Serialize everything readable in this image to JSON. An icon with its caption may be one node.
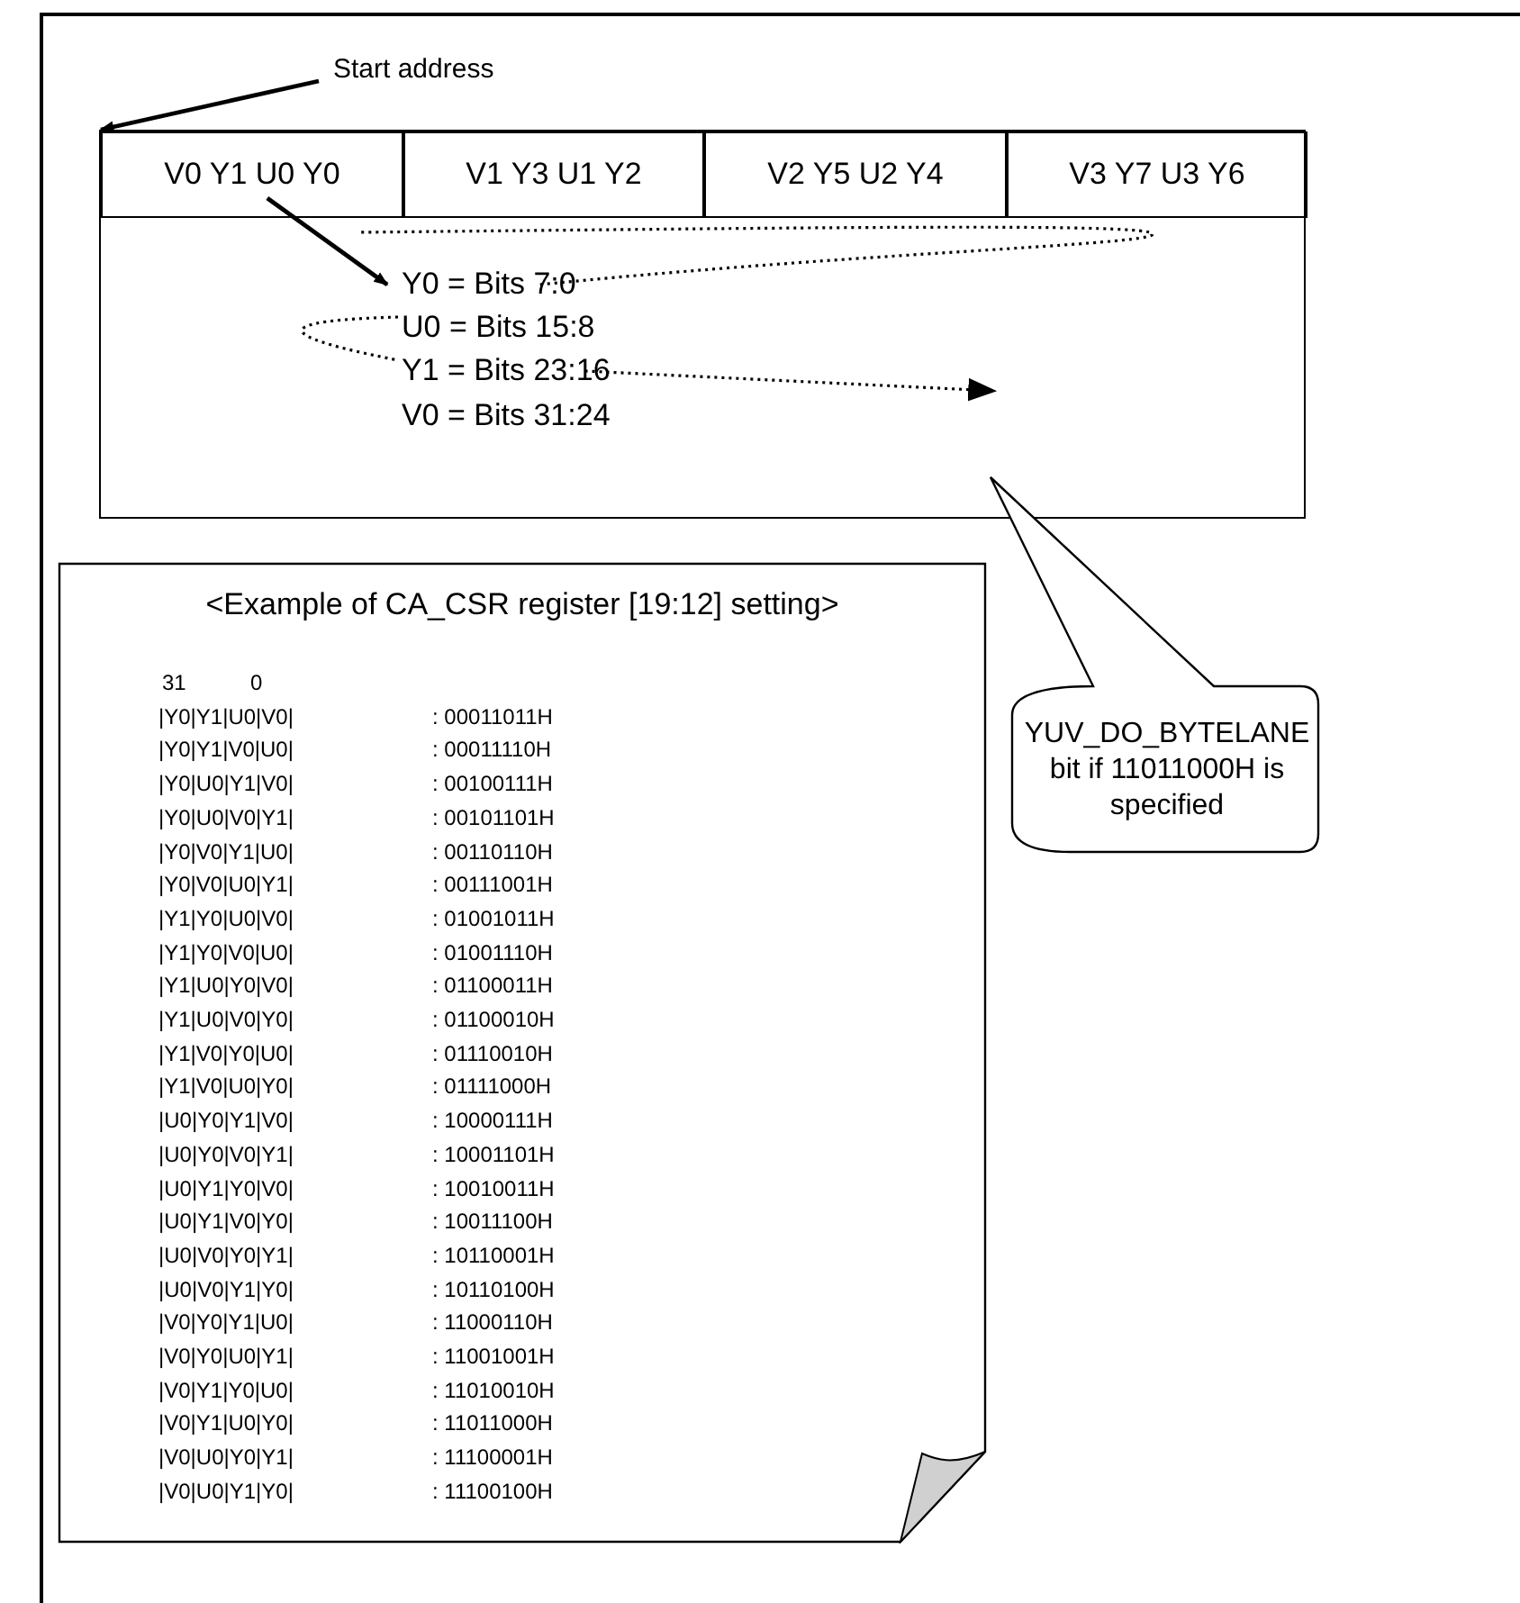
{
  "diagram": {
    "nodes": [
      {
        "text": [
          "Start address"
        ]
      },
      {
        "text": [],
        "shape": "box"
      },
      {
        "text": [
          "V0 Y1 U0 Y0"
        ],
        "in": 1
      },
      {
        "text": [
          "V1 Y3 U1 Y2"
        ],
        "in": 1
      },
      {
        "text": [
          "V2 Y5 U2 Y4"
        ],
        "in": 1
      },
      {
        "text": [
          "V3 Y7 U3 Y6"
        ],
        "in": 1
      },
      {
        "text": [
          "Y0 = Bits 7:0"
        ],
        "in": 1
      },
      {
        "text": [
          "U0 = Bits 15:8"
        ],
        "in": 1
      },
      {
        "text": [
          "Y1 = Bits 23:16"
        ],
        "in": 1
      },
      {
        "text": [
          "V0 = Bits 31:24"
        ],
        "in": 1
      },
      {
        "text": [
          "<Example of CA_CSR register [19:12] setting>"
        ]
      },
      {
        "text": [
          "YUV_DO_BYTELANE bit if 11011000H is specified"
        ]
      }
    ],
    "edges": [
      {
        "from": 0,
        "to": 1,
        "arrow": "to"
      },
      {
        "from": 2,
        "to": 6,
        "arrow": "to"
      },
      {
        "from": 6,
        "to": 2,
        "arrow": "none",
        "style": "dashed"
      },
      {
        "from": 7,
        "to": 8,
        "arrow": "none",
        "style": "dashed"
      },
      {
        "from": 8,
        "to": null,
        "arrow": "to",
        "style": "dashed"
      }
    ],
    "labels": [
      "31",
      "0",
      "|Y0|Y1|U0|V0|",
      ": 00011011H",
      "|Y0|Y1|V0|U0|",
      ": 00011110H",
      "|Y0|U0|Y1|V0|",
      ": 00100111H",
      "|Y0|U0|V0|Y1|",
      ": 00101101H",
      "|Y0|V0|Y1|U0|",
      ": 00110110H",
      "|Y0|V0|U0|Y1|",
      ": 00111001H",
      "|Y1|Y0|U0|V0|",
      ": 01001011H",
      "|Y1|Y0|V0|U0|",
      ": 01001110H",
      "|Y1|U0|Y0|V0|",
      ": 01100011H",
      "|Y1|U0|V0|Y0|",
      ": 01100010H",
      "|Y1|V0|Y0|U0|",
      ": 01110010H",
      "|Y1|V0|U0|Y0|",
      ": 01111000H",
      "|U0|Y0|Y1|V0|",
      ": 10000111H",
      "|U0|Y0|V0|Y1|",
      ": 10001101H",
      "|U0|Y1|Y0|V0|",
      ": 10010011H",
      "|U0|Y1|V0|Y0|",
      ": 10011100H",
      "|U0|V0|Y0|Y1|",
      ": 10110001H",
      "|U0|V0|Y1|Y0|",
      ": 10110100H",
      "|V0|Y0|Y1|U0|",
      ": 11000110H",
      "|V0|Y0|U0|Y1|",
      ": 11001001H",
      "|V0|Y1|Y0|U0|",
      ": 11010010H",
      "|V0|Y1|U0|Y0|",
      ": 11011000H",
      "|V0|U0|Y0|Y1|",
      ": 11100001H",
      "|V0|U0|Y1|Y0|",
      ": 11100100H"
    ]
  }
}
